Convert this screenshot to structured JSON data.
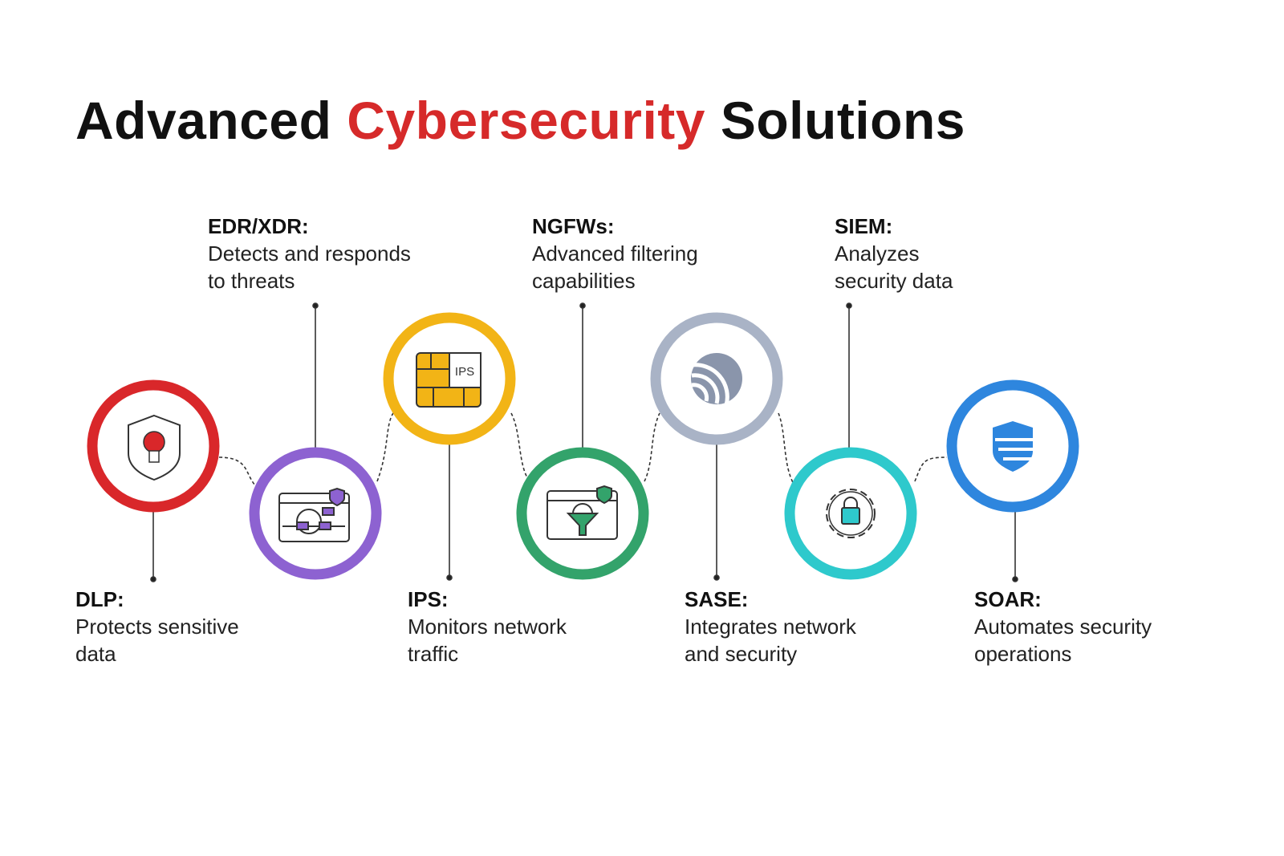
{
  "title": {
    "part1": "Advanced ",
    "part2": "Cybersecurity",
    "part3": " Solutions",
    "accent_color": "#d62a2a"
  },
  "items": [
    {
      "name": "DLP:",
      "line1": "Protects sensitive",
      "line2": "data",
      "color": "#d9272a",
      "icon": "shield-lightbulb-icon"
    },
    {
      "name": "EDR/XDR:",
      "line1": "Detects and responds",
      "line2": "to threats",
      "color": "#8d62d1",
      "icon": "browser-network-icon"
    },
    {
      "name": "IPS:",
      "line1": "Monitors network",
      "line2": "traffic",
      "color": "#f2b416",
      "icon": "ips-chip-icon",
      "icon_text": "IPS"
    },
    {
      "name": "NGFWs:",
      "line1": "Advanced filtering",
      "line2": "capabilities",
      "color": "#33a36b",
      "icon": "browser-filter-icon"
    },
    {
      "name": "SASE:",
      "line1": "Integrates network",
      "line2": "and security",
      "color": "#a9b3c6",
      "icon": "signal-sphere-icon"
    },
    {
      "name": "SIEM:",
      "line1": "Analyzes",
      "line2": "security data",
      "color": "#2ec9cc",
      "icon": "gear-lock-icon"
    },
    {
      "name": "SOAR:",
      "line1": "Automates security",
      "line2": "operations",
      "color": "#2e86de",
      "icon": "striped-shield-icon"
    }
  ]
}
